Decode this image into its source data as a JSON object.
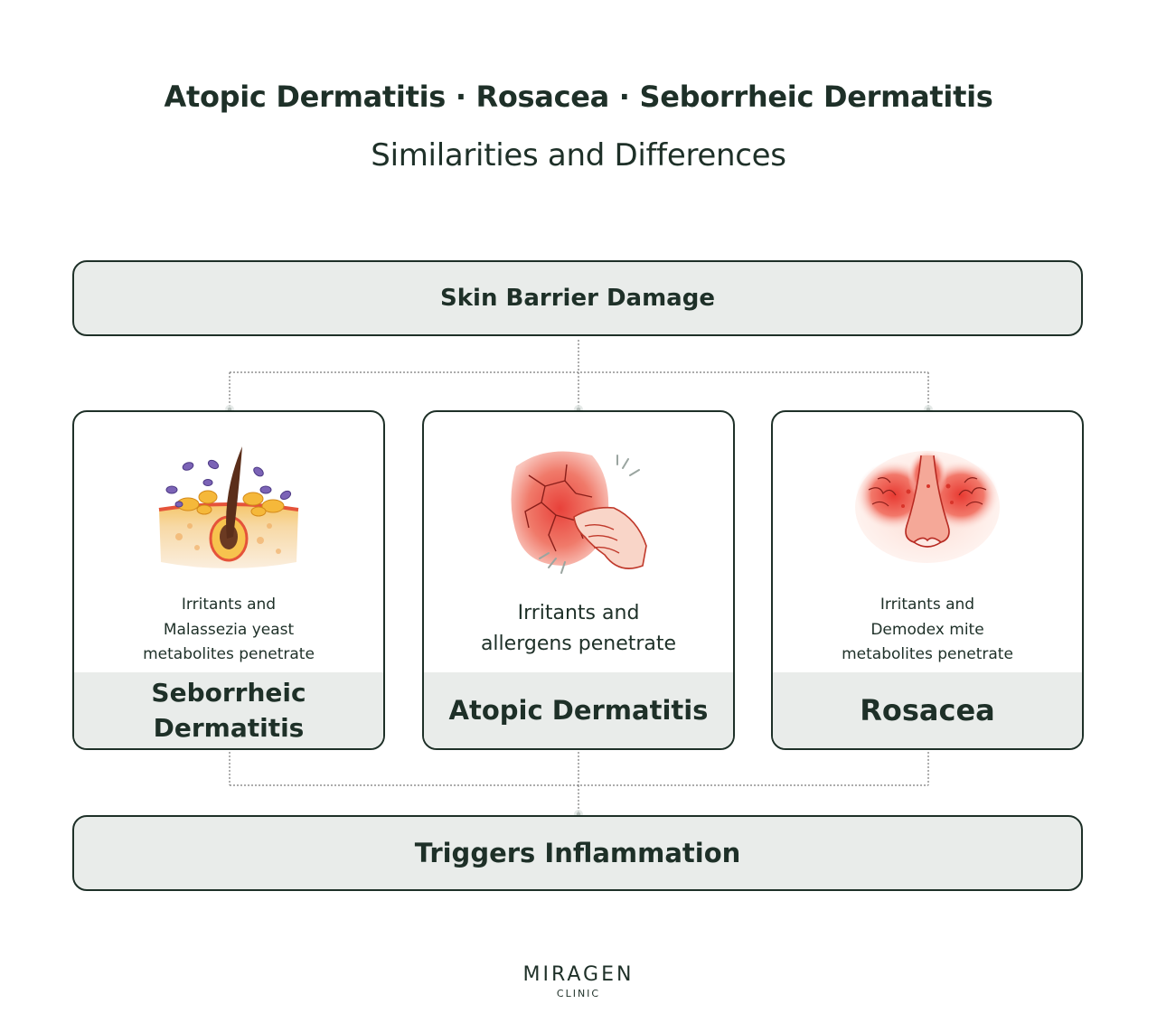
{
  "header": {
    "title": "Atopic Dermatitis · Rosacea · Seborrheic Dermatitis",
    "subtitle": "Similarities and Differences"
  },
  "top_box": {
    "label": "Skin Barrier Damage"
  },
  "cards": [
    {
      "icon": "hair-follicle-yeast-icon",
      "description": "Irritants and\nMalassezia yeast\nmetabolites penetrate",
      "condition": "Seborrheic\nDermatitis"
    },
    {
      "icon": "itchy-cracked-skin-icon",
      "description": "Irritants and\nallergens penetrate",
      "condition": "Atopic Dermatitis"
    },
    {
      "icon": "red-face-nose-icon",
      "description": "Irritants and\nDemodex mite\nmetabolites penetrate",
      "condition": "Rosacea"
    }
  ],
  "bottom_box": {
    "label": "Triggers Inflammation"
  },
  "logo": {
    "name": "MIRAGEN",
    "sub": "CLINIC"
  },
  "colors": {
    "text": "#1e3028",
    "box_fill": "#e9ecea",
    "border": "#1e3028",
    "connector": "#7a7a7a"
  }
}
